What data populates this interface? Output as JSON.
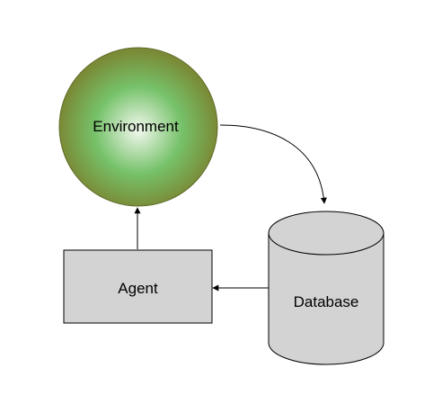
{
  "nodes": {
    "environment": {
      "label": "Environment",
      "shape": "circle",
      "gradient_center_color": "#f2f8ee",
      "gradient_mid_color": "#76c26a",
      "edge_color": "#7a8a36"
    },
    "agent": {
      "label": "Agent",
      "shape": "rectangle",
      "fill_color": "#d3d3d3"
    },
    "database": {
      "label": "Database",
      "shape": "cylinder",
      "fill_color": "#d3d3d3"
    }
  },
  "edges": [
    {
      "from": "environment",
      "to": "database",
      "style": "curved-arrow"
    },
    {
      "from": "database",
      "to": "agent",
      "style": "straight-arrow"
    },
    {
      "from": "agent",
      "to": "environment",
      "style": "straight-arrow"
    }
  ]
}
